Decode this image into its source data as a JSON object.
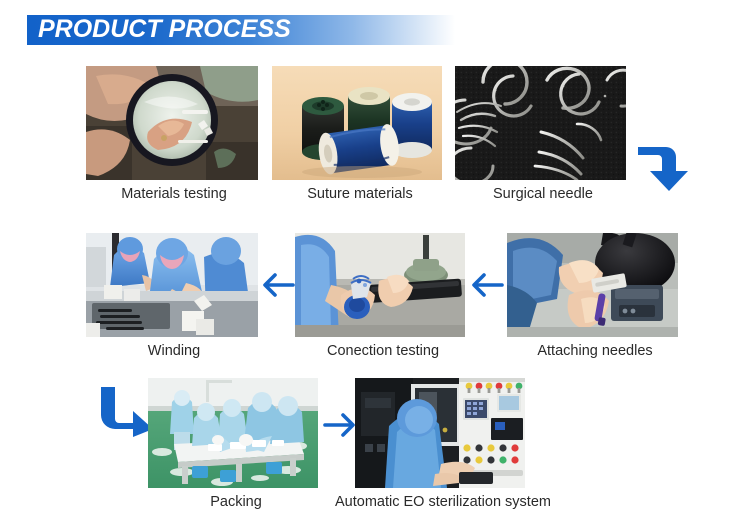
{
  "header": {
    "title": "PRODUCT PROCESS",
    "bar_color_start": "#1262c9",
    "bar_color_end": "#ffffff",
    "text_color": "#ffffff"
  },
  "theme": {
    "arrow_color": "#1565c8",
    "caption_color": "#2a2a2a",
    "background": "#ffffff"
  },
  "steps": [
    {
      "id": "materials-testing",
      "caption": "Materials testing",
      "image_alt": "hand inspecting suture material through a magnifying glass"
    },
    {
      "id": "suture-materials",
      "caption": "Suture materials",
      "image_alt": "spools of green, cream, blue and white suture thread"
    },
    {
      "id": "surgical-needle",
      "caption": "Surgical needle",
      "image_alt": "curved stainless surgical needles on a dark textured surface"
    },
    {
      "id": "winding",
      "caption": "Winding",
      "image_alt": "two workers in blue cleanroom suits winding sutures at a bench"
    },
    {
      "id": "conection-testing",
      "caption": "Conection testing",
      "image_alt": "operator testing needle-to-suture connection strength on a machine"
    },
    {
      "id": "attaching-needles",
      "caption": "Attaching needles",
      "image_alt": "worker attaching needles under a lamp at a workstation"
    },
    {
      "id": "packing",
      "caption": "Packing",
      "image_alt": "cleanroom workers packing products at a long white table"
    },
    {
      "id": "eo-sterilization",
      "caption": "Automatic EO sterilization system",
      "image_alt": "operator at an automatic EO sterilization control panel"
    }
  ],
  "arrows": [
    {
      "id": "arrow-row1-to-row2",
      "direction": "right-down",
      "color": "#1565c8"
    },
    {
      "id": "arrow-attaching-to-conection",
      "direction": "left",
      "color": "#1565c8"
    },
    {
      "id": "arrow-conection-to-winding",
      "direction": "left",
      "color": "#1565c8"
    },
    {
      "id": "arrow-row2-to-row3",
      "direction": "down-right",
      "color": "#1565c8"
    },
    {
      "id": "arrow-packing-to-eo",
      "direction": "right",
      "color": "#1565c8"
    }
  ]
}
